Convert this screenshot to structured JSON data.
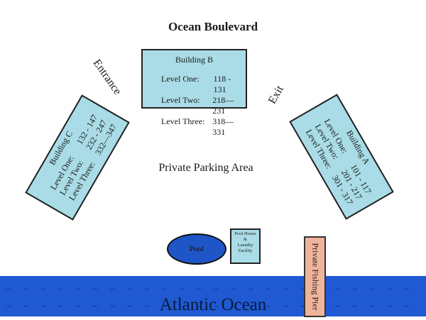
{
  "street": "Ocean Boulevard",
  "entrance_label": "Entrance",
  "exit_label": "Exit",
  "buildings": {
    "b": {
      "name": "Building B",
      "levels": [
        {
          "label": "Level One:",
          "units": "118 - 131"
        },
        {
          "label": "Level Two:",
          "units": "218—231"
        },
        {
          "label": "Level Three:",
          "units": "318—331"
        }
      ]
    },
    "c": {
      "name": "Building C",
      "levels": [
        {
          "label": "Level One:",
          "units": "132 - 147"
        },
        {
          "label": "Level Two:",
          "units": "232 - 247"
        },
        {
          "label": "Level Three:",
          "units": "332—347"
        }
      ]
    },
    "a": {
      "name": "Building A",
      "levels": [
        {
          "label": "Level One:",
          "units": "101 - 117"
        },
        {
          "label": "Level Two:",
          "units": "201 - 217"
        },
        {
          "label": "Level Three:",
          "units": "301 - 317"
        }
      ]
    }
  },
  "parking_label": "Private Parking Area",
  "pool_label": "Pool",
  "pool_house_label": [
    "Pool House",
    "&",
    "Laundry",
    "Facility"
  ],
  "ocean_label": "Atlantic Ocean",
  "pier_label": "Private Fishing Pier",
  "colors": {
    "building_fill": "#a9dce6",
    "ocean": "#1f5ad2",
    "pool": "#1e56c8",
    "pier": "#f0b49c"
  }
}
